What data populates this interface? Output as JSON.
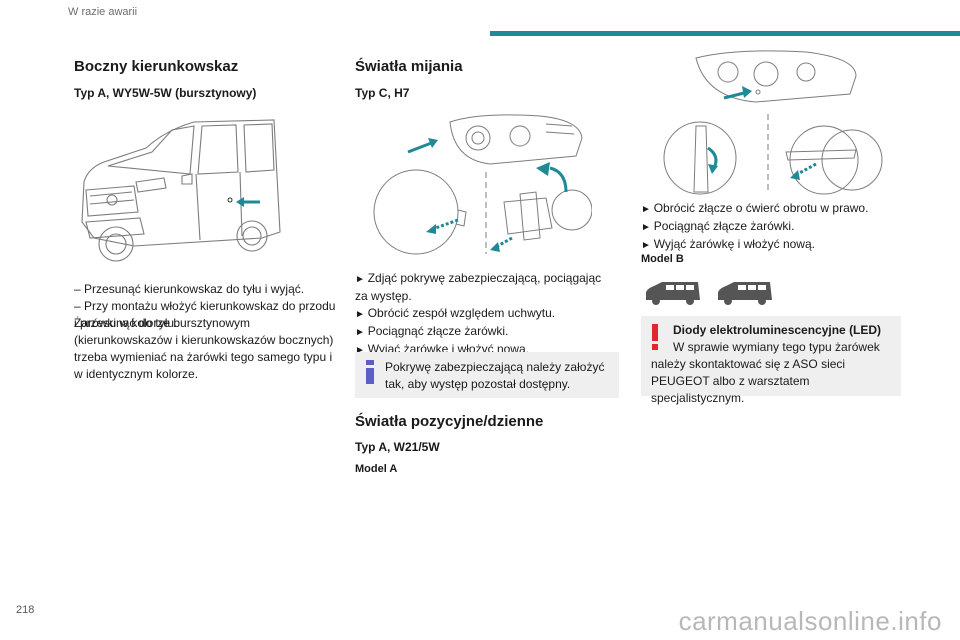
{
  "header": {
    "section": "W razie awarii"
  },
  "page_number": "218",
  "watermark": "carmanualsonline.info",
  "col1": {
    "title": "Boczny kierunkowskaz",
    "subtitle": "Typ A, WY5W-5W (bursztynowy)",
    "items": [
      "Przesunąć kierunkowskaz do tyłu i wyjąć.",
      "Przy montażu włożyć kierunkowskaz do przodu i przesunąć do tyłu."
    ],
    "paragraph": "Żarówki w kolorze bursztynowym (kierunkowskazów i kierunkowskazów bocznych) trzeba wymieniać na żarówki tego samego typu i w identycznym kolorze."
  },
  "col2": {
    "title": "Światła mijania",
    "subtitle": "Typ C, H7",
    "steps": [
      "Zdjąć pokrywę zabezpieczającą, pociągając za występ.",
      "Obrócić zespół względem uchwytu.",
      "Pociągnąć złącze żarówki.",
      "Wyjąć żarówkę i włożyć nową."
    ],
    "note": "Pokrywę zabezpieczającą należy założyć tak, aby występ pozostał dostępny.",
    "title2": "Światła pozycyjne/dzienne",
    "subtitle2": "Typ A, W21/5W",
    "model": "Model A"
  },
  "col3": {
    "steps": [
      "Obrócić złącze o ćwierć obrotu w prawo.",
      "Pociągnąć złącze żarówki.",
      "Wyjąć żarówkę i włożyć nową."
    ],
    "model": "Model B",
    "warning_title": "Diody elektroluminescencyjne (LED)",
    "warning_text": "W sprawie wymiany tego typu żarówek należy skontaktować się z ASO sieci PEUGEOT albo z warsztatem specjalistycznym."
  },
  "colors": {
    "accent": "#1f8a96",
    "note_bg": "#efeff0",
    "warning": "#e1262d",
    "info": "#5b5fc7"
  }
}
